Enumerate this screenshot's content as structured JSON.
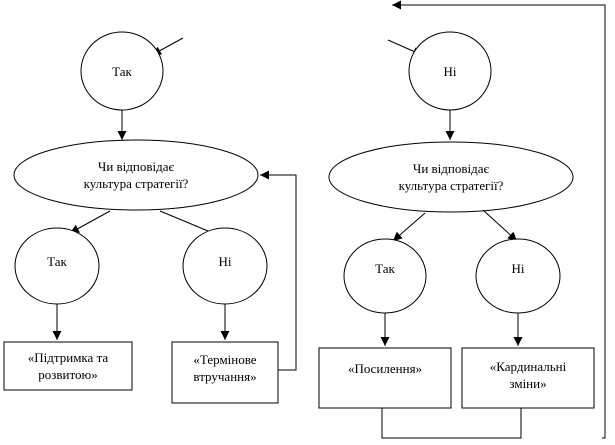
{
  "left": {
    "start": "Так",
    "question": "Чи відповідає\nкультура стратегії?",
    "yes": "Так",
    "no": "Ні",
    "yes_result": "«Підтримка та\nрозвитою»",
    "no_result": "«Термінове\nвтручання»"
  },
  "right": {
    "start": "Ні",
    "question": "Чи відповідає\nкультура стратегії?",
    "yes": "Так",
    "no": "Ні",
    "yes_result": "«Посилення»",
    "no_result": "«Кардинальні\nзміни»"
  }
}
